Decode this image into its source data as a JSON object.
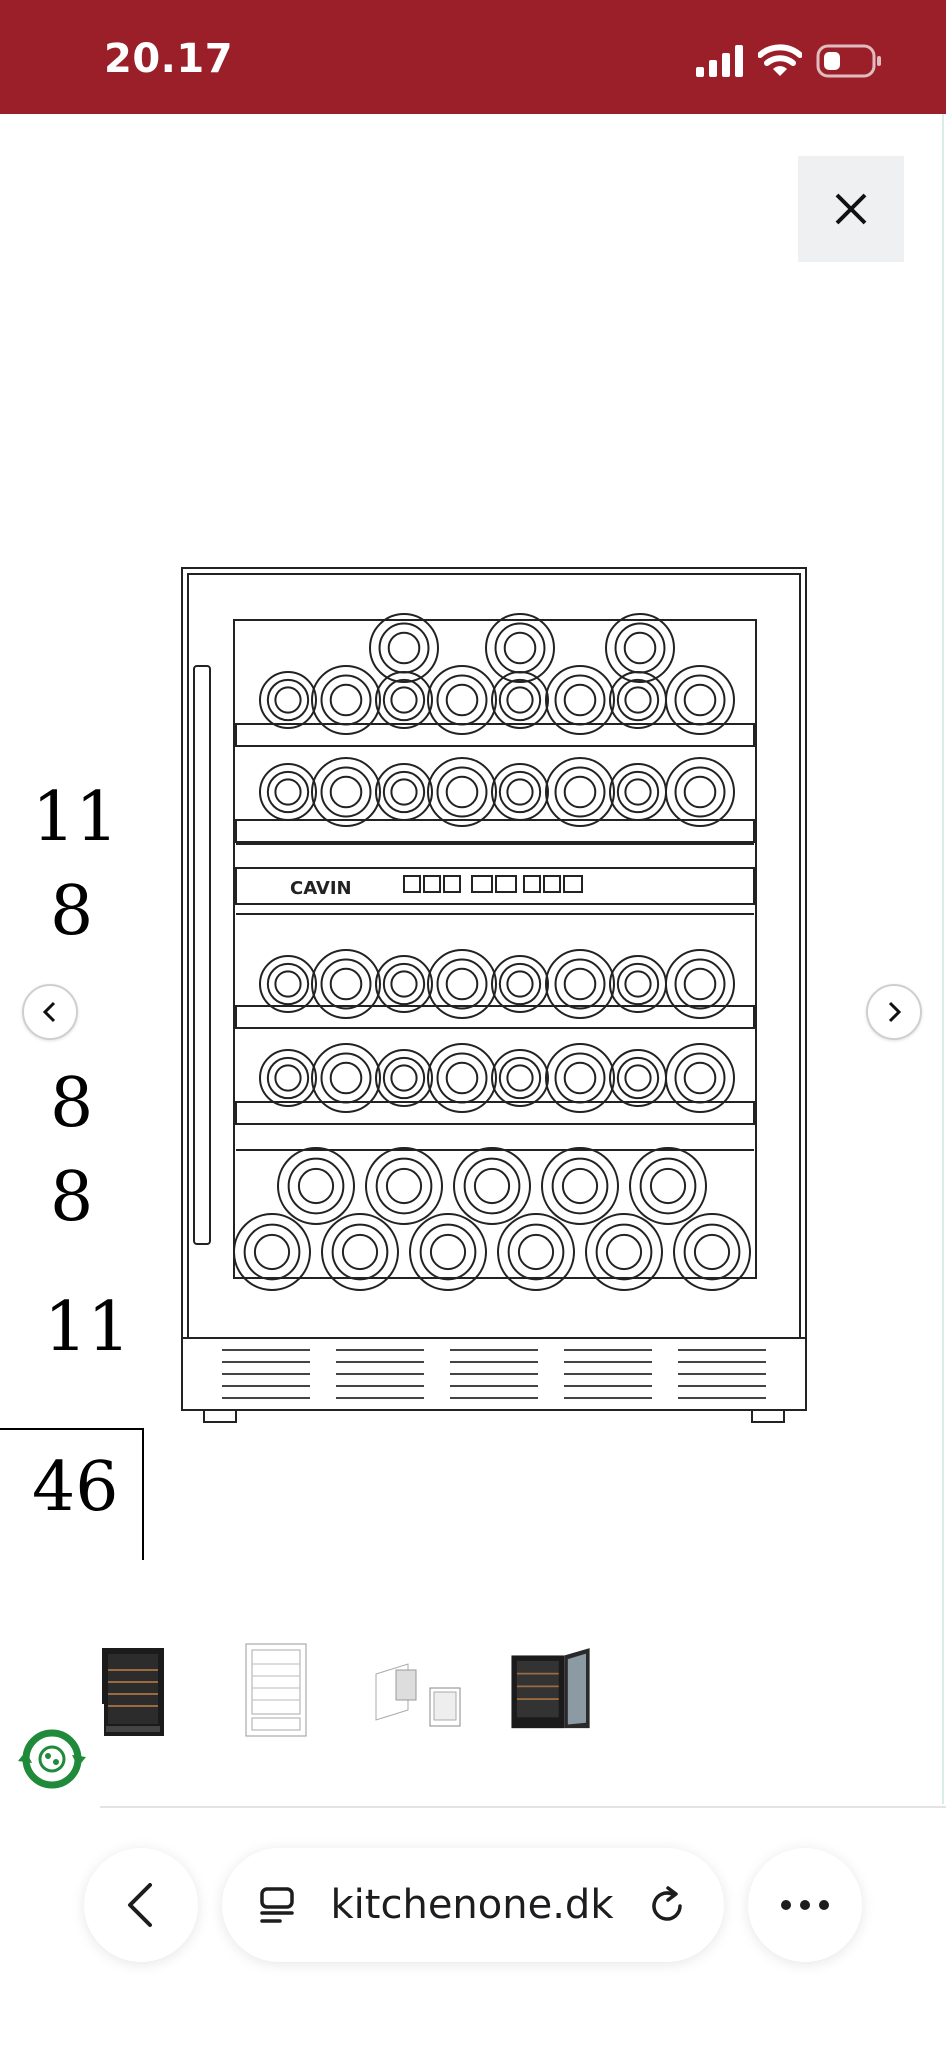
{
  "status_bar": {
    "time": "20.17",
    "background": "#9a1f28"
  },
  "viewer": {
    "close_label": "×",
    "prev_label": "‹",
    "next_label": "›"
  },
  "drawing": {
    "brand": "CAVIN",
    "shelf_counts": [
      "11",
      "8",
      "8",
      "8",
      "11"
    ],
    "total": "46"
  },
  "thumbnails": [
    {
      "name": "front-photo"
    },
    {
      "name": "technical-drawing"
    },
    {
      "name": "installation-sketch"
    },
    {
      "name": "open-door-photo"
    }
  ],
  "browser": {
    "url": "kitchenone.dk",
    "back_icon": "chevron-left-icon",
    "tabs_icon": "tabs-icon",
    "reload_icon": "reload-icon",
    "more_icon": "more-icon"
  }
}
